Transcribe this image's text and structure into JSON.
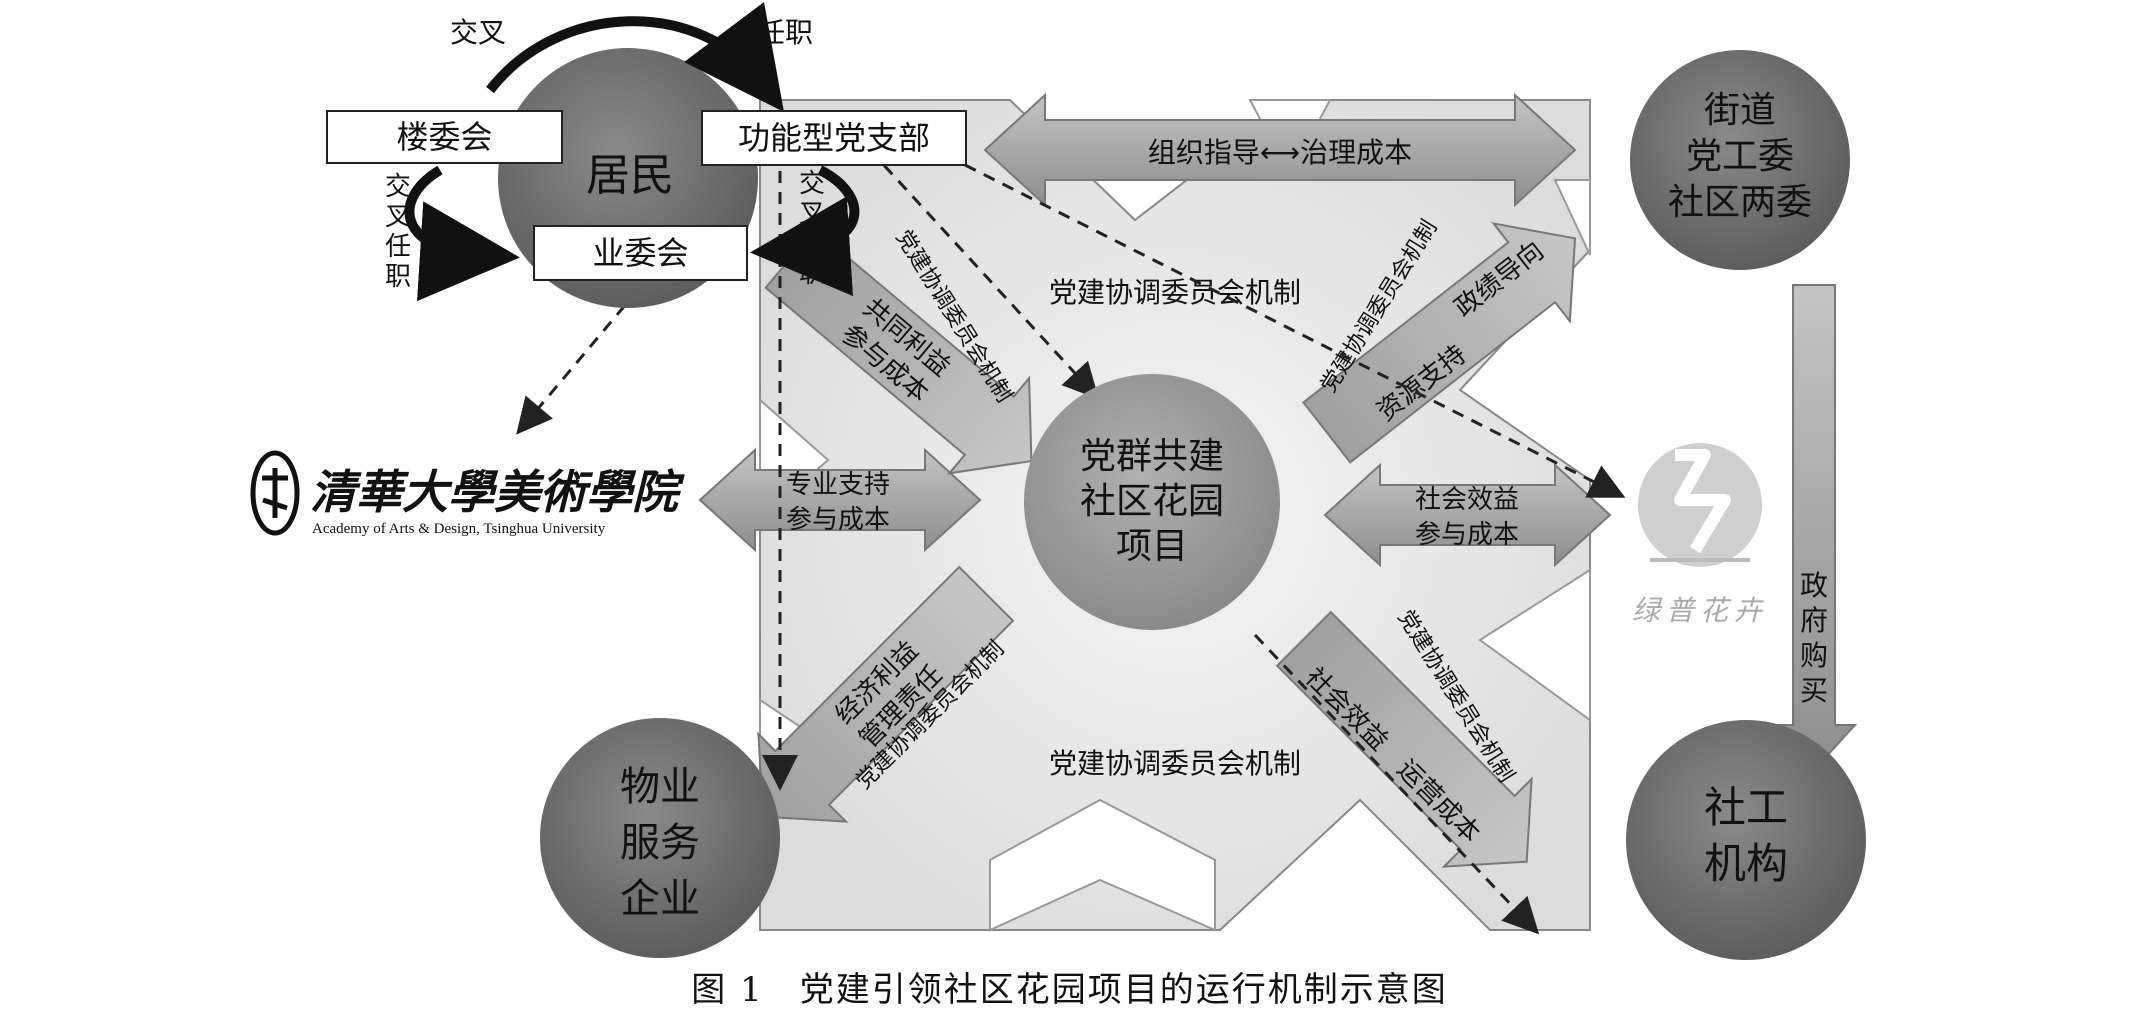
{
  "nodes": {
    "residents": "居民",
    "building_committee": "楼委会",
    "owners_committee": "业委会",
    "functional_party_branch": "功能型党支部",
    "street_party_committee": [
      "街道",
      "党工委",
      "社区两委"
    ],
    "social_work_org": [
      "社工",
      "机构"
    ],
    "property_service": [
      "物业",
      "服务",
      "企业"
    ],
    "center_project": [
      "党群共建",
      "社区花园",
      "项目"
    ]
  },
  "cross_appointment": {
    "top_left": "交叉",
    "top_right": "任职",
    "left_vertical": [
      "交",
      "叉",
      "任",
      "职"
    ],
    "right_vertical": [
      "交",
      "叉",
      "任",
      "职"
    ]
  },
  "arrows": {
    "top": "组织指导⟷治理成本",
    "upper_left_1": "共同利益",
    "upper_left_2": "参与成本",
    "upper_left_mech": "党建协调委员会机制",
    "left_1": "专业支持",
    "left_2": "参与成本",
    "lower_left_1": "经济利益",
    "lower_left_2": "管理责任",
    "lower_left_mech": "党建协调委员会机制",
    "upper_right_1": "资源支持",
    "upper_right_2": "政绩导向",
    "upper_right_mech": "党建协调委员会机制",
    "right_1": "社会效益",
    "right_2": "参与成本",
    "lower_right_1": "社会效益",
    "lower_right_2": "运营成本",
    "lower_right_mech": "党建协调委员会机制",
    "gov_purchase": [
      "政",
      "府",
      "购",
      "买"
    ]
  },
  "mechanism_top": "党建协调委员会机制",
  "mechanism_bottom": "党建协调委员会机制",
  "logos": {
    "tsinghua_calligraphy": "清華大學美術學院",
    "tsinghua_english": "Academy of Arts & Design, Tsinghua University",
    "lvpu_name": "绿普花卉"
  },
  "caption": "图 1　党建引领社区花园项目的运行机制示意图"
}
